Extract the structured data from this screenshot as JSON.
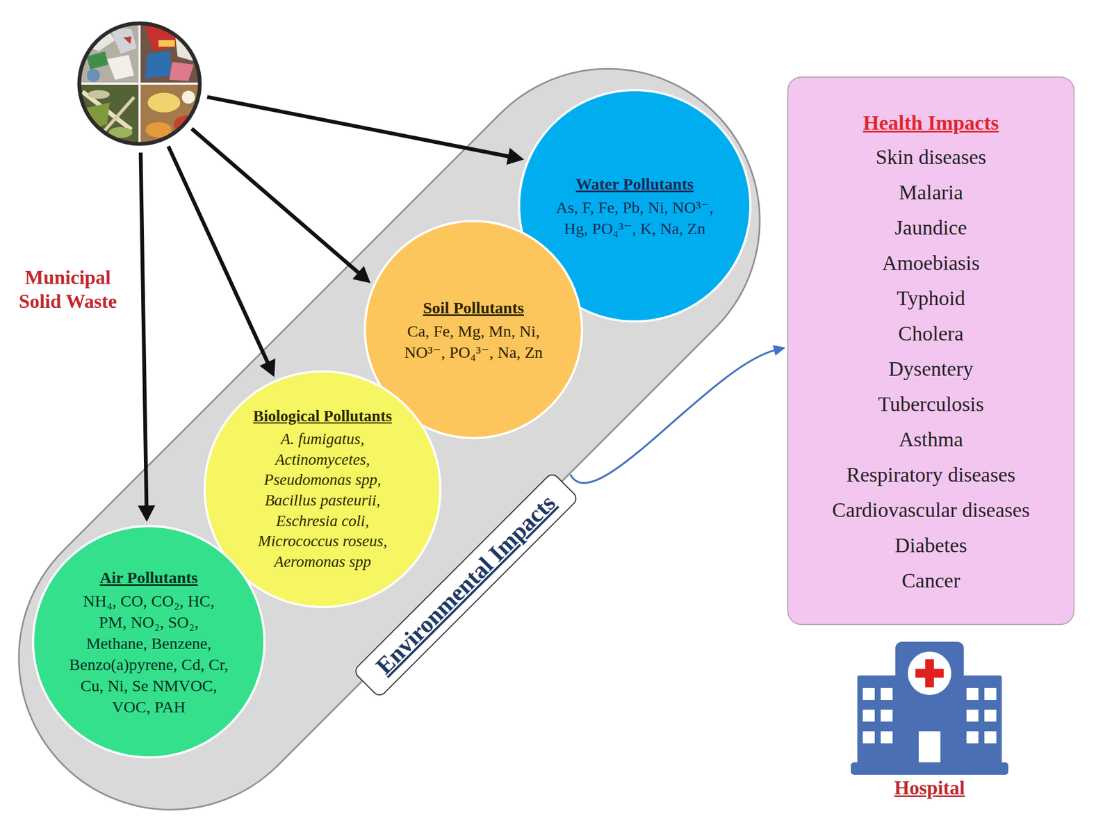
{
  "diagram": {
    "nodes": [
      {
        "text": [
          "Municipal Solid Waste"
        ]
      },
      {
        "text": [
          "Environmental Impacts"
        ]
      },
      {
        "text": [
          "Water Pollutants",
          "As, F, Fe, Pb, Ni, NO³⁻, Hg, PO₄³⁻, K, Na, Zn"
        ],
        "in": 1
      },
      {
        "text": [
          "Soil Pollutants",
          "Ca, Fe, Mg, Mn, Ni, NO³⁻, PO₄³⁻, Na, Zn"
        ],
        "in": 1
      },
      {
        "text": [
          "Biological Pollutants",
          "A. fumigatus, Actinomycetes, Pseudomonas spp, Bacillus pasteurii, Eschresia coli, Micrococcus roseus, Aeromonas spp"
        ],
        "in": 1
      },
      {
        "text": [
          "Air Pollutants",
          "NH₄, CO, CO₂, HC, PM, NO₂, SO₂, Methane, Benzene, Benzo(a)pyrene, Cd, Cr, Cu, Ni, Se NMVOC, VOC, PAH"
        ],
        "in": 1
      },
      {
        "text": [
          "Health Impacts",
          "Skin diseases",
          "Malaria",
          "Jaundice",
          "Amoebiasis",
          "Typhoid",
          "Cholera",
          "Dysentery",
          "Tuberculosis",
          "Asthma",
          "Respiratory diseases",
          "Cardiovascular diseases",
          "Diabetes",
          "Cancer"
        ]
      }
    ],
    "edges": [
      {
        "from": 0,
        "to": 2,
        "arrow": "to"
      },
      {
        "from": 0,
        "to": 3,
        "arrow": "to"
      },
      {
        "from": 0,
        "to": 4,
        "arrow": "to"
      },
      {
        "from": 0,
        "to": 5,
        "arrow": "to"
      },
      {
        "from": 1,
        "to": 6,
        "arrow": "to"
      }
    ],
    "labels": [
      "Hospital"
    ]
  }
}
